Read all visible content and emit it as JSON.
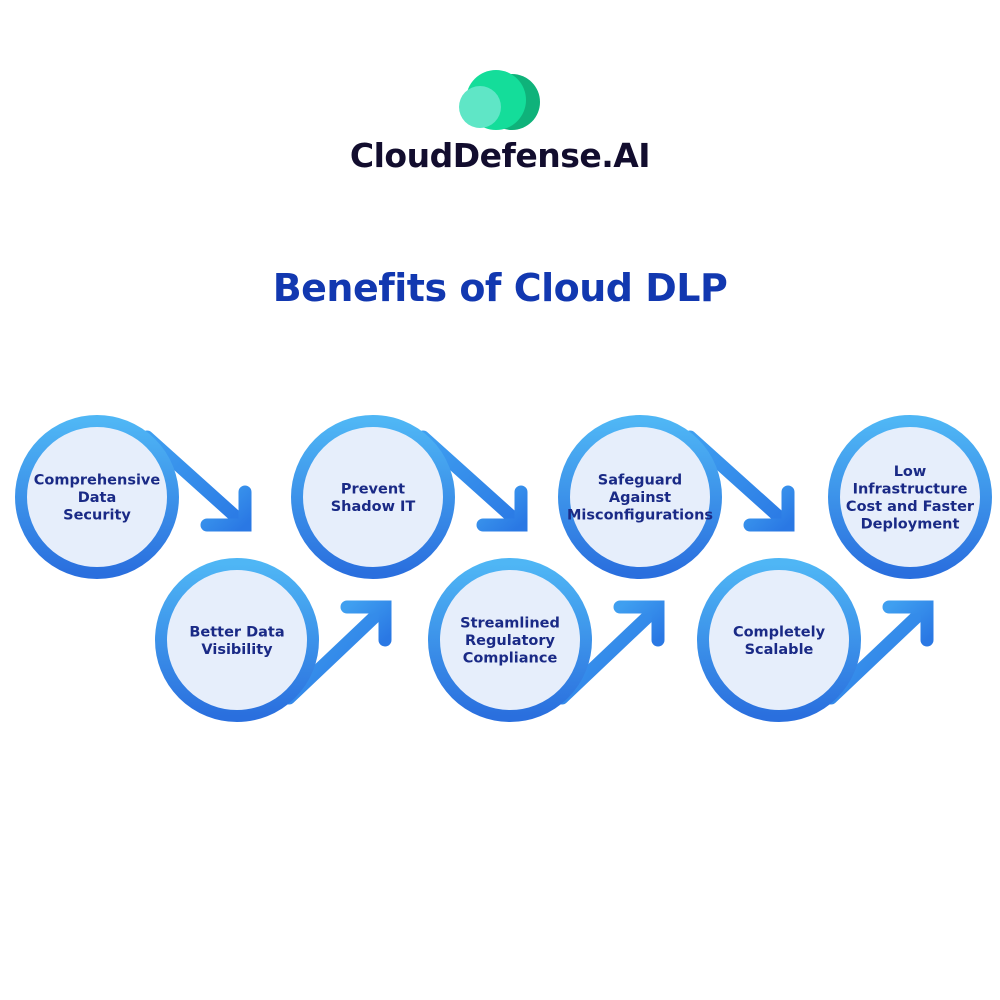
{
  "logo": {
    "text": "CloudDefense.AI",
    "colors": [
      "#5fe6c6",
      "#14dd9a",
      "#0fb27a"
    ]
  },
  "title": "Benefits of Cloud DLP",
  "colors": {
    "ring_light": "#4fb6f5",
    "ring_dark": "#2a6fde",
    "circle_fill": "#e6eefb",
    "label": "#1a2a86",
    "title": "#1238b0"
  },
  "steps": [
    {
      "lines": [
        "Comprehensive",
        "Data",
        "Security"
      ],
      "row": "top"
    },
    {
      "lines": [
        "Better Data",
        "Visibility"
      ],
      "row": "bottom"
    },
    {
      "lines": [
        "Prevent",
        "Shadow IT"
      ],
      "row": "top"
    },
    {
      "lines": [
        "Streamlined",
        "Regulatory",
        "Compliance"
      ],
      "row": "bottom"
    },
    {
      "lines": [
        "Safeguard",
        "Against",
        "Misconfigurations"
      ],
      "row": "top"
    },
    {
      "lines": [
        "Completely",
        "Scalable"
      ],
      "row": "bottom"
    },
    {
      "lines": [
        "Low",
        "Infrastructure",
        "Cost and Faster",
        "Deployment"
      ],
      "row": "top"
    }
  ]
}
